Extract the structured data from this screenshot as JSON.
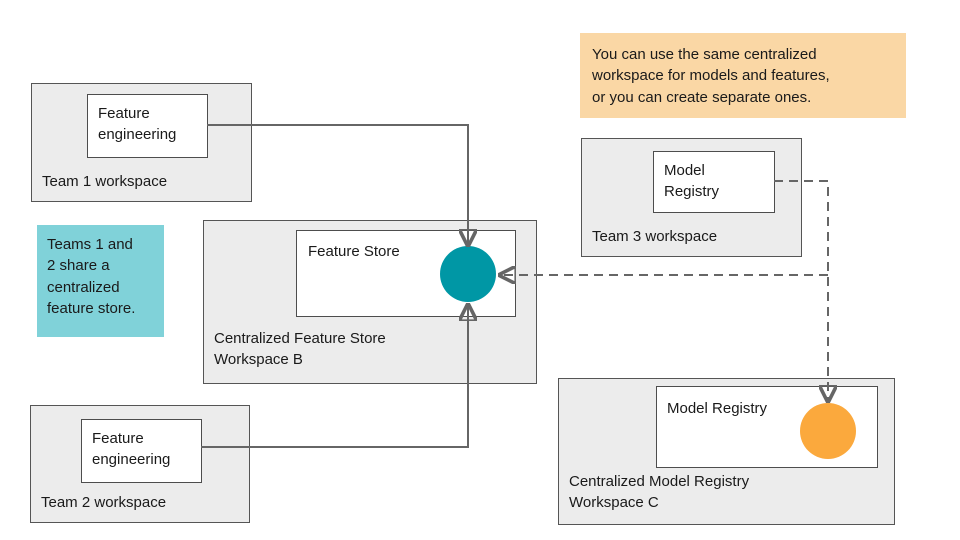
{
  "notes": {
    "same_workspace": {
      "text": "You can use the same centralized\nworkspace for models and features,\nor you can create separate ones.",
      "bg": "#fad7a5"
    },
    "shared_feature_store": {
      "text": "Teams 1 and\n2 share a\ncentralized\nfeature store.",
      "bg": "#80d2d9"
    }
  },
  "workspaces": {
    "team1": {
      "label": "Team 1 workspace",
      "component": "Feature\nengineering"
    },
    "team2": {
      "label": "Team 2 workspace",
      "component": "Feature\nengineering"
    },
    "team3": {
      "label": "Team 3 workspace",
      "component": "Model\nRegistry"
    },
    "workspace_b": {
      "label": "Centralized Feature Store\nWorkspace B",
      "component": "Feature Store",
      "circle_color": "#0097a5"
    },
    "workspace_c": {
      "label": "Centralized Model Registry\nWorkspace C",
      "component": "Model Registry",
      "circle_color": "#fba93d"
    }
  },
  "colors": {
    "workspace_fill": "#ececec",
    "workspace_border": "#555555",
    "component_fill": "#ffffff",
    "component_border": "#4d4d4d",
    "connector": "#666666",
    "feature_store_circle": "#0097a5",
    "model_registry_circle": "#fba93d"
  }
}
